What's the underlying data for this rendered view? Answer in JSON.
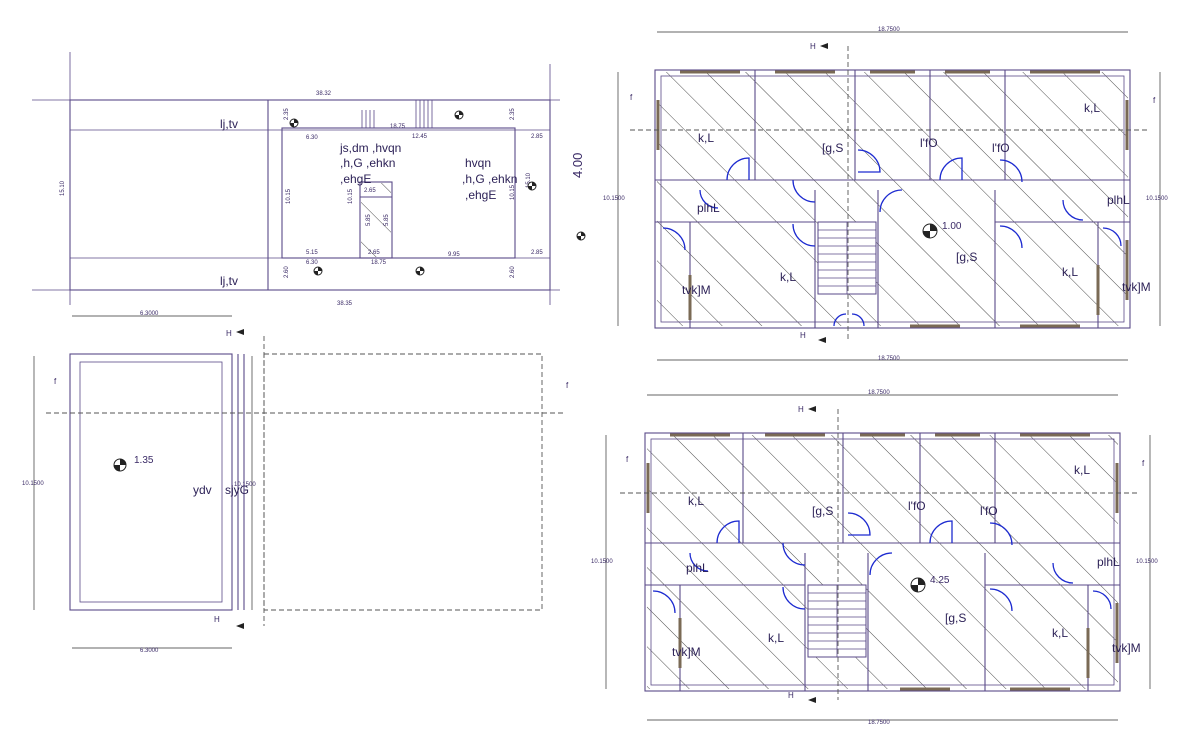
{
  "site_plan": {
    "top_dim": "38.32",
    "bottom_dim": "38.35",
    "left_dim": "15.10",
    "right_dim": "15.10",
    "road_top": "lj,tv",
    "road_bottom": "lj,tv",
    "vertical_label": "4.00",
    "inner_text_1": "js,dm  ,hvqn",
    "inner_text_2": ",h,G  ,ehkn",
    "inner_text_3": ",ehgE",
    "inner_text_4": "hvqn",
    "inner_text_5": ",h,G  ,ehkn",
    "inner_text_6": ",ehgE",
    "dims": [
      "2.35",
      "6.30",
      "18.75",
      "12.45",
      "2.35",
      "2.85",
      "10.15",
      "10.15",
      "10.15",
      "2.65",
      "5.85",
      "5.85",
      "5.15",
      "2.65",
      "9.95",
      "2.85",
      "2.60",
      "6.30",
      "18.75",
      "2.60"
    ],
    "width_dim": "6.3000"
  },
  "left_section": {
    "level": "1.35",
    "label_1": "ydv",
    "label_2": "sjyG",
    "h_top": "H",
    "h_bottom": "H",
    "f_left": "f",
    "f_right": "f",
    "height_dim": "10.1500",
    "inner_dim": "10.1500",
    "width_dim": "6.3000"
  },
  "plan_top": {
    "dim_top": "18.7500",
    "dim_bottom": "18.7500",
    "dim_left": "10.1500",
    "dim_right": "10.1500",
    "h_top": "H",
    "h_bottom": "H",
    "f_left": "f",
    "f_right": "f",
    "level": "1.00",
    "rooms": [
      "k,L",
      "[g,S",
      "l'fO",
      "l'fO",
      "k,L",
      "plhL",
      "plhL",
      "[g,S",
      "tvk]M",
      "k,L",
      "k,L",
      "tvk]M"
    ]
  },
  "plan_bottom": {
    "dim_top": "18.7500",
    "dim_bottom": "18.7500",
    "dim_left": "10.1500",
    "dim_right": "10.1500",
    "h_top": "H",
    "h_bottom": "H",
    "f_left": "f",
    "f_right": "f",
    "level": "4.25",
    "rooms": [
      "k,L",
      "[g,S",
      "l'fO",
      "l'fO",
      "k,L",
      "plhL",
      "plhL",
      "[g,S",
      "tvk]M",
      "k,L",
      "k,L",
      "tvk]M"
    ]
  },
  "colors": {
    "lines": "#5a4a88",
    "doors": "#1d2bd0",
    "text": "#3a2a66"
  }
}
